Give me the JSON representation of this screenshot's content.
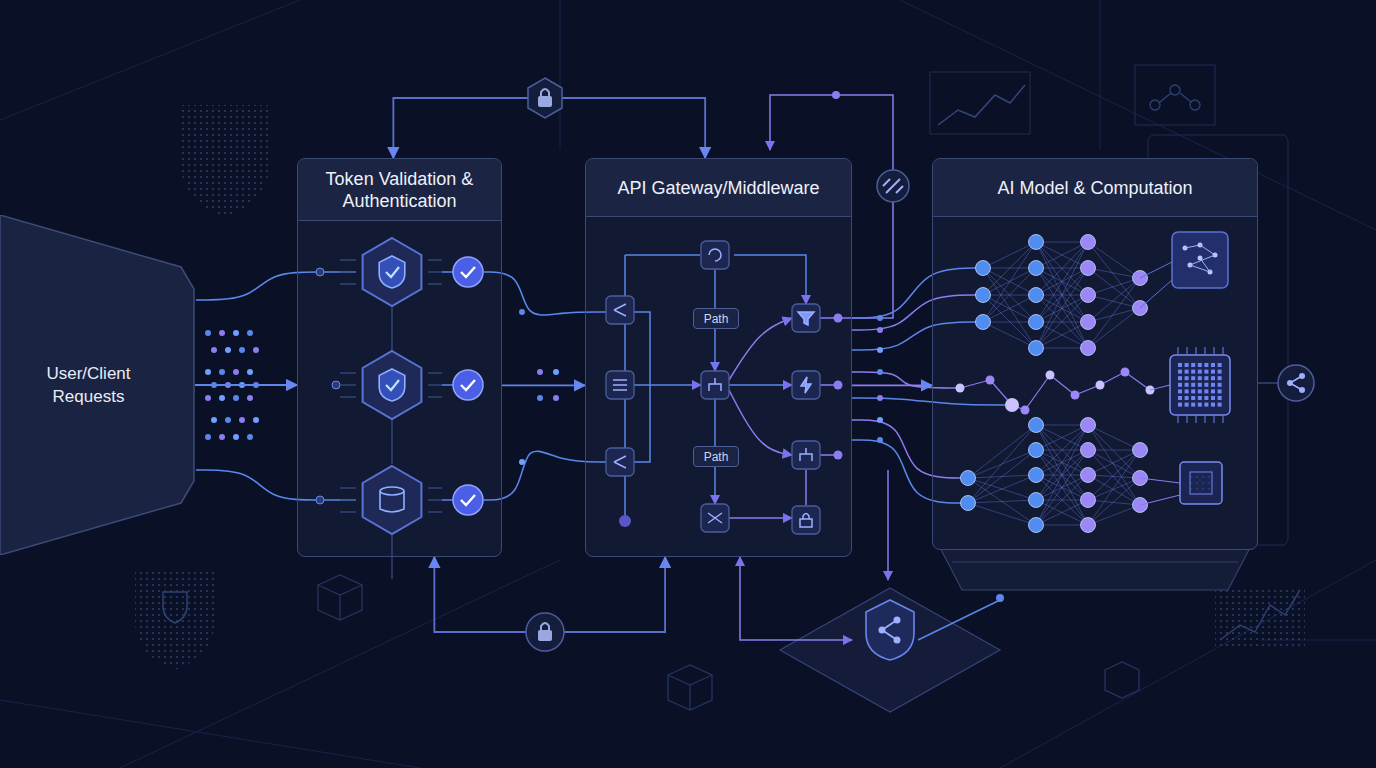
{
  "diagram": {
    "nodes": [
      {
        "text": [
          "User/Client Requests"
        ]
      },
      {
        "text": [
          "Token Validation & Authentication"
        ]
      },
      {
        "text": [
          "API Gateway/Middleware"
        ]
      },
      {
        "text": [
          "AI Model & Computation"
        ]
      },
      {
        "text": [
          "Path"
        ],
        "in": 2
      },
      {
        "text": [
          "Path"
        ],
        "in": 2
      }
    ],
    "edges": [
      {
        "from": 0,
        "to": 1,
        "arrow": "to"
      },
      {
        "from": 1,
        "to": 2,
        "arrow": "to"
      },
      {
        "from": 2,
        "to": 3,
        "arrow": "to"
      },
      {
        "from": 1,
        "to": 2,
        "arrow": "both"
      },
      {
        "from": 1,
        "to": 2,
        "arrow": "both"
      }
    ]
  }
}
